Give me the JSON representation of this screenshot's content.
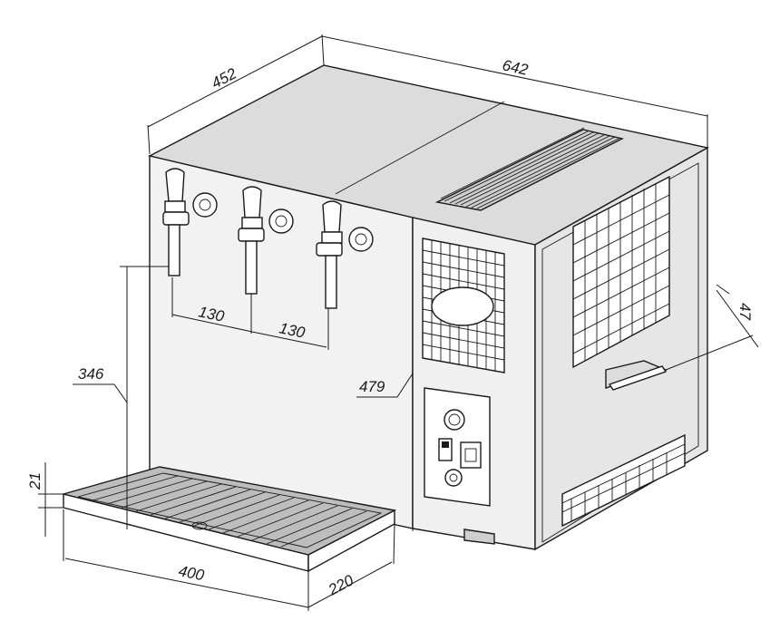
{
  "dimensions": {
    "depth": "452",
    "width": "642",
    "tap_spacing_1": "130",
    "tap_spacing_2": "130",
    "tap_height": "346",
    "total_height": "479",
    "handle_width": "47",
    "tray_height": "21",
    "tray_width": "400",
    "tray_depth": "220"
  },
  "colors": {
    "stroke": "#1a1a1a",
    "top_surface": "#dcdcdc",
    "front_surface": "#f2f2f2",
    "side_surface": "#e6e6e6",
    "tray_top": "#bdbdbd"
  },
  "icons": [
    "beer-tap-icon",
    "power-switch-icon",
    "control-knob-icon",
    "power-socket-icon"
  ]
}
